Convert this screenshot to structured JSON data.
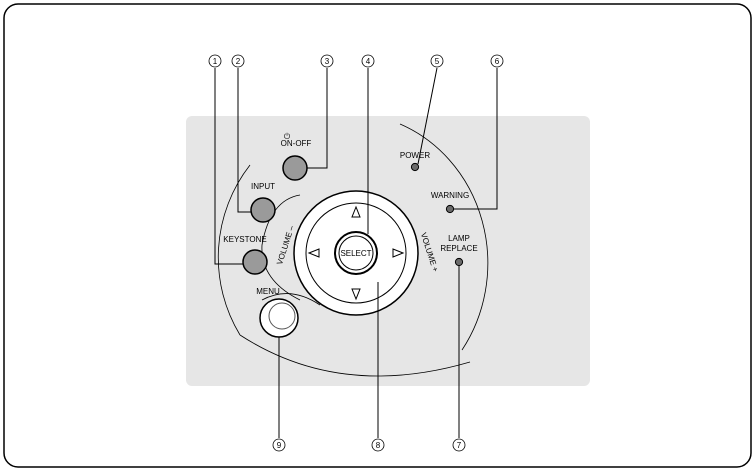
{
  "panel": {
    "power_symbol": "⏻",
    "on_off": "ON-OFF",
    "input": "INPUT",
    "keystone": "KEYSTONE",
    "menu": "MENU",
    "select": "SELECT",
    "volume_minus": "VOLUME –",
    "volume_plus": "VOLUME +",
    "power": "POWER",
    "warning": "WARNING",
    "lamp_line1": "LAMP",
    "lamp_line2": "REPLACE"
  },
  "callouts": [
    "1",
    "2",
    "3",
    "4",
    "5",
    "6",
    "7",
    "8",
    "9"
  ],
  "colors": {
    "panel_bg": "#e6e6e6",
    "button_fill": "#9a9a9a",
    "menu_button_fill": "#ffffff",
    "ring_fill": "#ffffff",
    "indicator": "#6a6a6a"
  }
}
